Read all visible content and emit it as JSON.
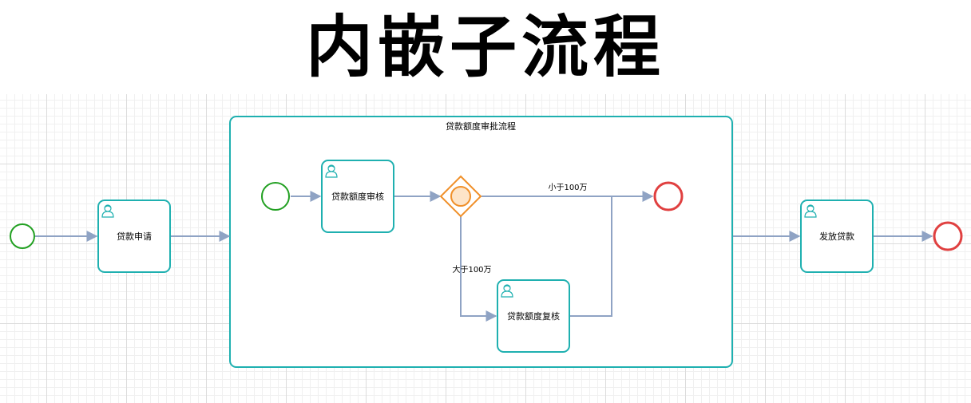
{
  "title": "内嵌子流程",
  "diagram": {
    "subprocess_label": "贷款额度审批流程",
    "tasks": {
      "apply": "贷款申请",
      "review": "贷款额度审核",
      "recheck": "贷款额度复核",
      "disburse": "发放贷款"
    },
    "flows": {
      "less_than": "小于100万",
      "greater_than": "大于100万"
    },
    "colors": {
      "task_border": "#1fb0b0",
      "start_event": "#22a022",
      "end_event": "#e04040",
      "gateway_stroke": "#f0902a",
      "gateway_fill": "#fde4c8",
      "flow": "#8fa3c4"
    }
  }
}
